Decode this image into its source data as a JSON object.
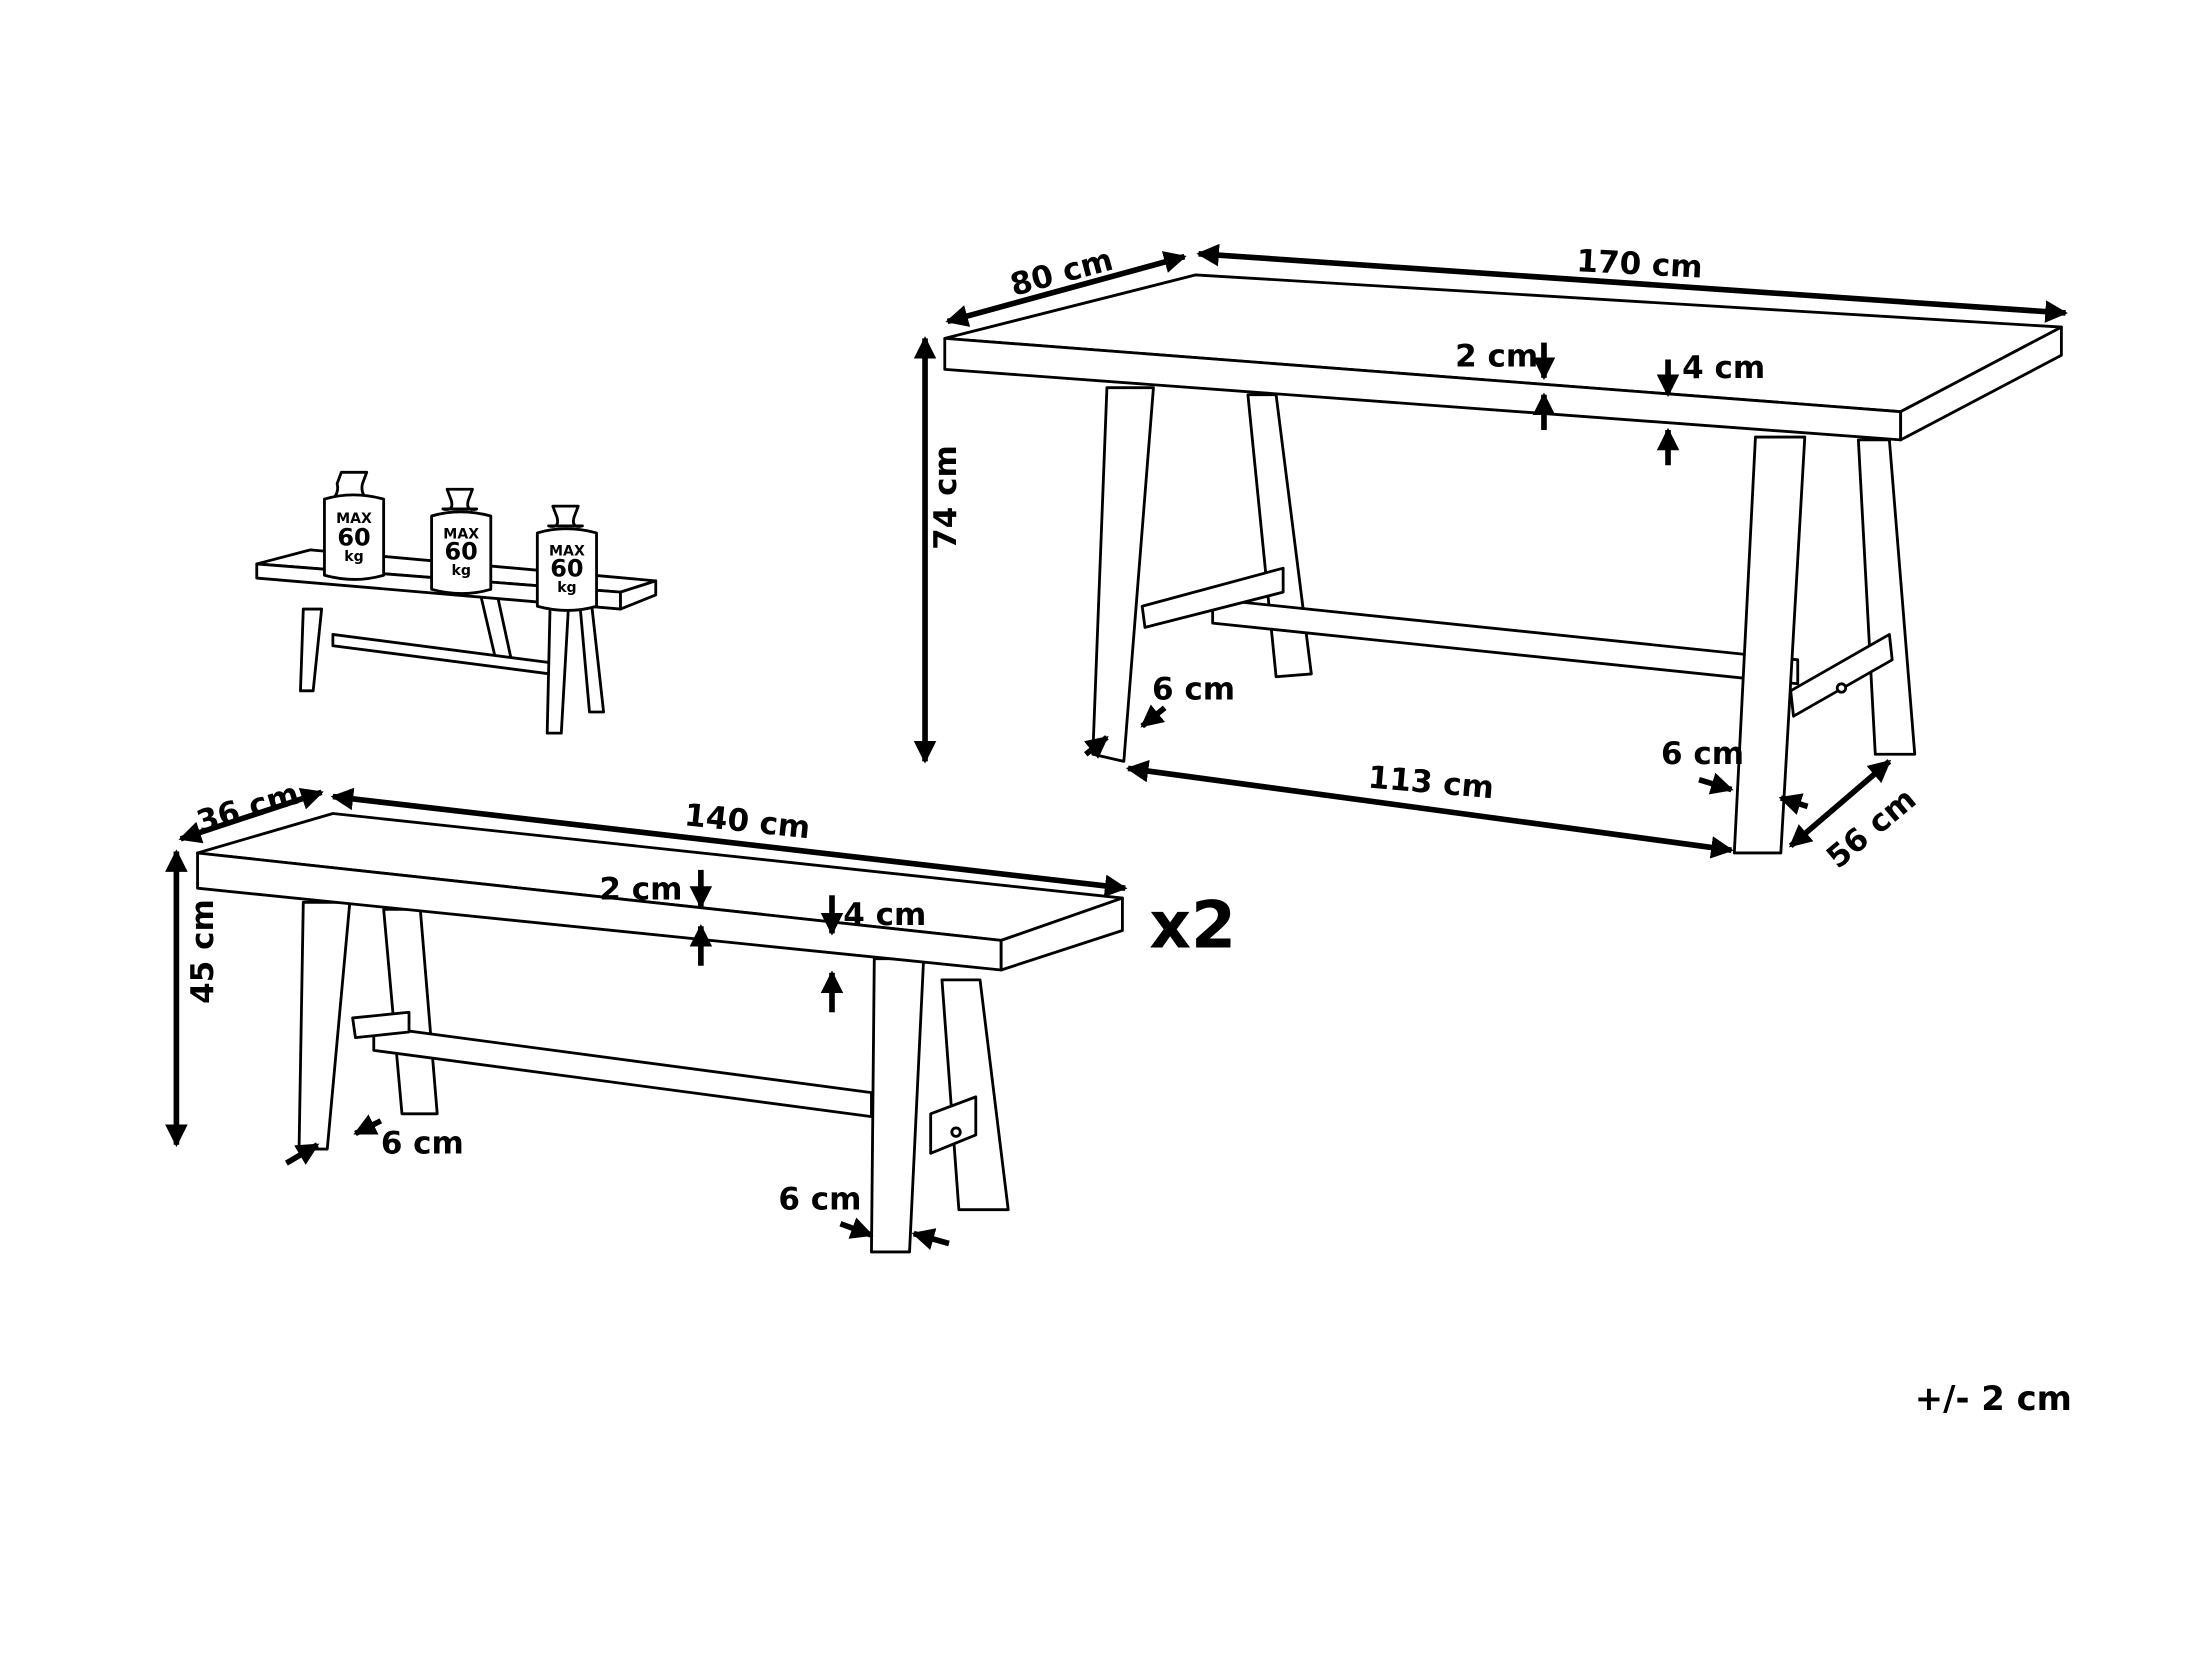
{
  "table": {
    "depth": "80 cm",
    "length": "170 cm",
    "top_thin": "2 cm",
    "top_thick": "4 cm",
    "height": "74 cm",
    "leg_left": "6 cm",
    "leg_right": "6 cm",
    "leg_span": "113 cm",
    "foot_depth": "56 cm"
  },
  "bench": {
    "depth": "36 cm",
    "length": "140 cm",
    "top_thin": "2 cm",
    "top_thick": "4 cm",
    "height": "45 cm",
    "leg_left": "6 cm",
    "leg_right": "6 cm",
    "quantity": "x2"
  },
  "load": {
    "weights": [
      {
        "max": "MAX",
        "value": "60",
        "unit": "kg"
      },
      {
        "max": "MAX",
        "value": "60",
        "unit": "kg"
      },
      {
        "max": "MAX",
        "value": "60",
        "unit": "kg"
      }
    ]
  },
  "tolerance": "+/- 2 cm"
}
